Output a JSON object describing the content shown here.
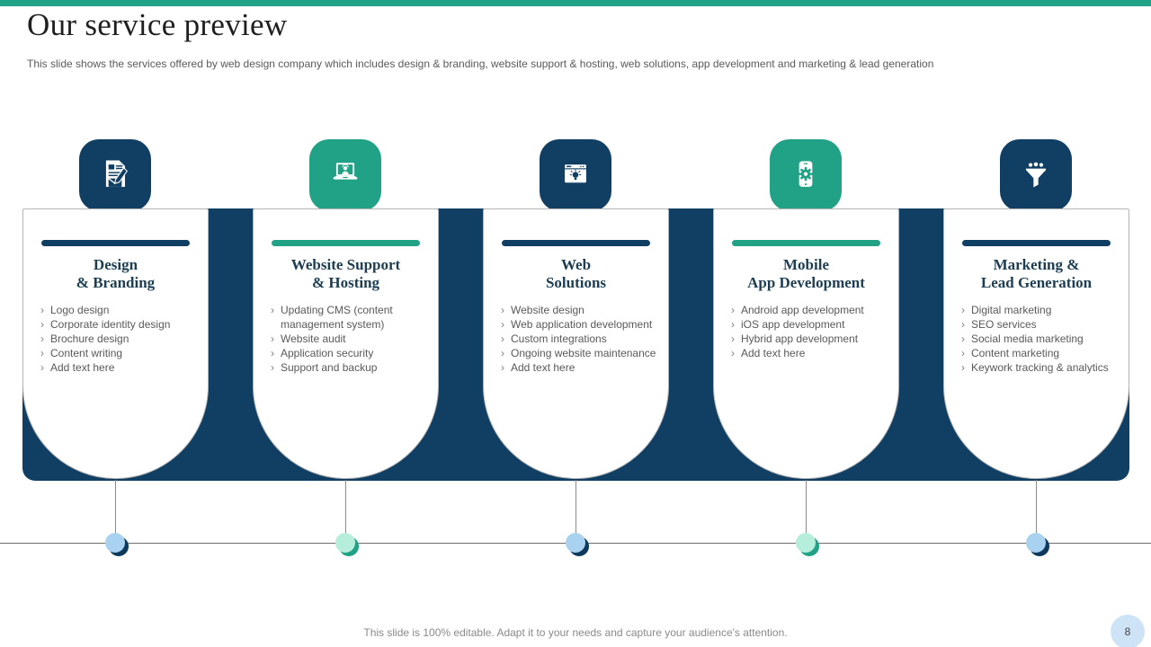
{
  "slide": {
    "title": "Our service preview",
    "subtitle": "This slide shows the services offered by web design company which includes design & branding, website support & hosting, web solutions, app development and marketing & lead generation",
    "footer": "This slide is 100% editable. Adapt it to your needs and capture your audience's attention.",
    "page_number": "8"
  },
  "ui": {
    "bullet": "›"
  },
  "colors": {
    "navy": "#113f63",
    "green": "#21a186",
    "dot_blue": "#a9d2f0",
    "dot_blue_shadow": "#0d3a5c",
    "dot_mint": "#b5efdc",
    "dot_mint_shadow": "#21a186",
    "page_badge": "#cfe3f7"
  },
  "services": [
    {
      "title_line1": "Design",
      "title_line2": "& Branding",
      "accent": "navy",
      "icon": "document-pen-icon",
      "items": [
        "Logo design",
        "Corporate identity design",
        "Brochure design",
        "Content writing",
        "Add text here"
      ]
    },
    {
      "title_line1": "Website Support",
      "title_line2": "& Hosting",
      "accent": "green",
      "icon": "laptop-support-icon",
      "items": [
        "Updating CMS (content management system)",
        "Website audit",
        "Application security",
        "Support and backup"
      ]
    },
    {
      "title_line1": "Web",
      "title_line2": "Solutions",
      "accent": "navy",
      "icon": "browser-idea-icon",
      "items": [
        "Website design",
        "Web application development",
        "Custom integrations",
        "Ongoing website maintenance",
        "Add text here"
      ]
    },
    {
      "title_line1": "Mobile",
      "title_line2": "App Development",
      "accent": "green",
      "icon": "phone-gear-icon",
      "items": [
        "Android app development",
        "iOS app development",
        "Hybrid app development",
        "Add text here"
      ]
    },
    {
      "title_line1": "Marketing &",
      "title_line2": "Lead Generation",
      "accent": "navy",
      "icon": "funnel-leads-icon",
      "items": [
        "Digital marketing",
        "SEO services",
        "Social media marketing",
        "Content marketing",
        "Keywork tracking & analytics"
      ]
    }
  ]
}
